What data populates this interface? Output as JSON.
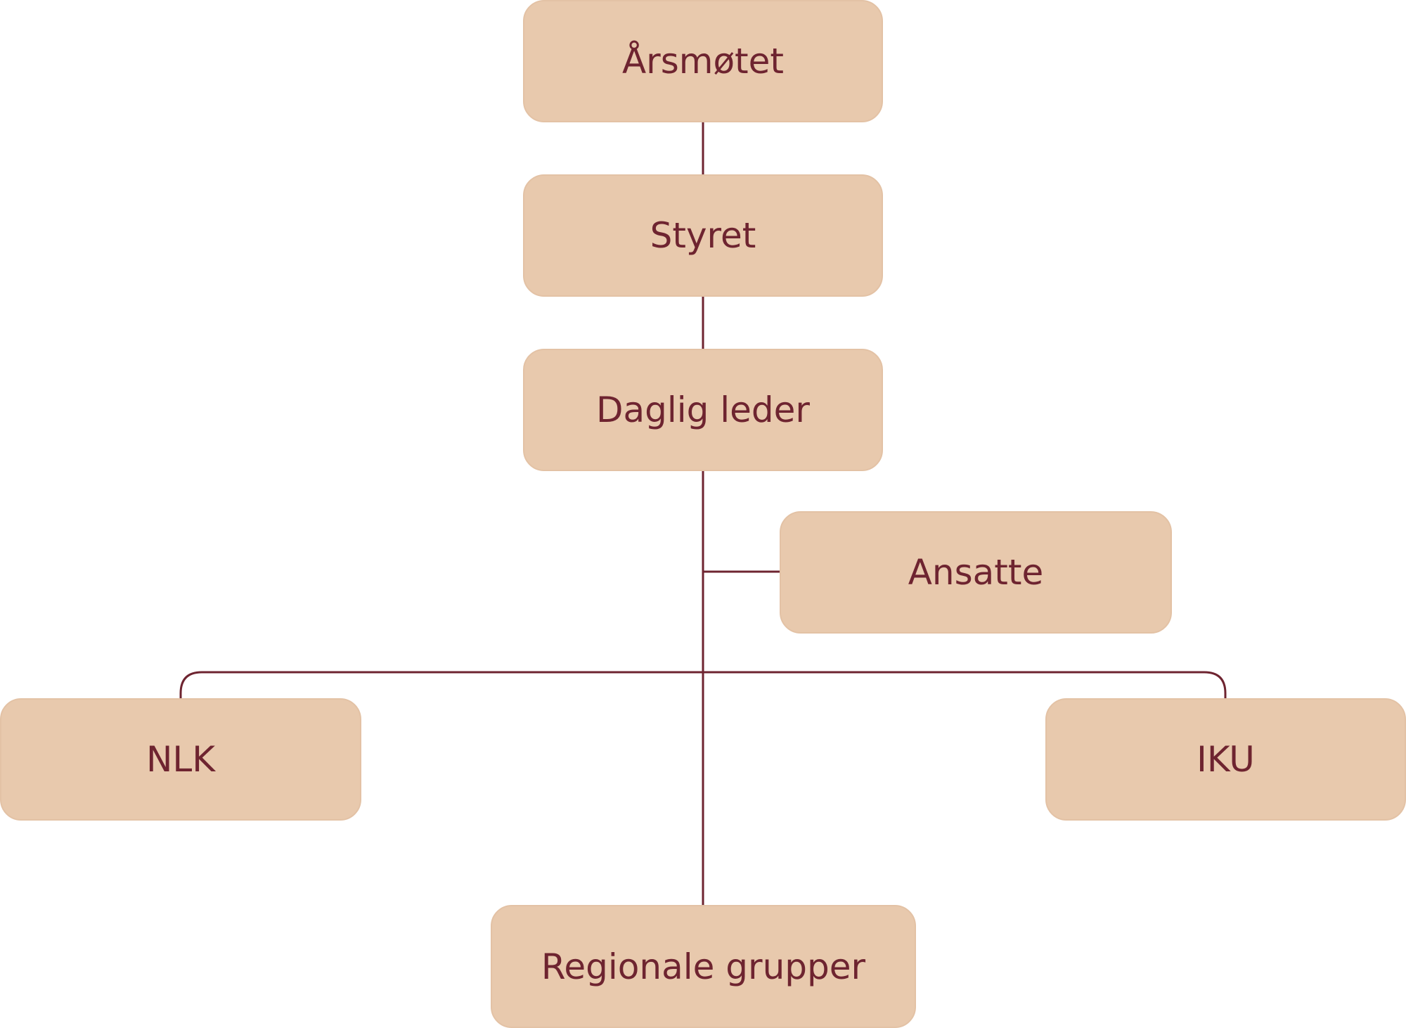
{
  "colors": {
    "box_fill": "#e8c9ad",
    "box_border": "#e3c2a5",
    "text": "#6e2430",
    "line": "#6e2430"
  },
  "nodes": {
    "arsmotet": "Årsmøtet",
    "styret": "Styret",
    "daglig_leder": "Daglig leder",
    "ansatte": "Ansatte",
    "nlk": "NLK",
    "iku": "IKU",
    "regionale_grupper": "Regionale grupper"
  },
  "edges": [
    [
      "arsmotet",
      "styret"
    ],
    [
      "styret",
      "daglig_leder"
    ],
    [
      "daglig_leder",
      "ansatte"
    ],
    [
      "daglig_leder",
      "nlk"
    ],
    [
      "daglig_leder",
      "iku"
    ],
    [
      "daglig_leder",
      "regionale_grupper"
    ]
  ]
}
